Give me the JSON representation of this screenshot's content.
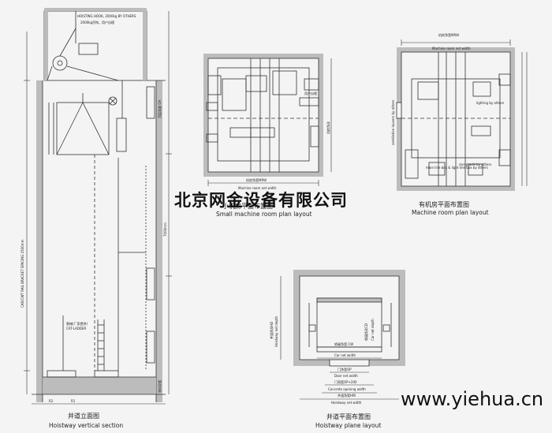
{
  "watermark": "北京网金设备有限公司",
  "site_url": "www.yiehua.cn",
  "drawings": {
    "vertical_section": {
      "title_cn": "井道立面图",
      "title_en": "Hoistway vertical section",
      "notes": {
        "hook": "HOISTING HOOK, 2000kg BY OTHERS",
        "hook_cn": "2000kg吊钩，用户自理",
        "rail_spacing": "CAR/CWT RAIL BRACKET SPACING 2500mm",
        "ladder": "CAT-LADDER",
        "ladder_cn": "爬梯(厂家提供)",
        "pit": "底坑深度",
        "oh": "顶层高度 OH",
        "height": "7000mm",
        "r1": "R1",
        "r2": "R2"
      }
    },
    "small_mr": {
      "title_cn": "小机房平面布置图",
      "title_en": "Small machine room plan layout",
      "width_cn": "机房净宽MRW",
      "width_en": "Machine room net width",
      "depth": "机房净深",
      "note": "用户自理"
    },
    "mr": {
      "title_cn": "有机房平面布置图",
      "title_en": "Machine  room plan layout",
      "width_cn": "机房净宽MRW",
      "width_en": "Machine room net width",
      "ventilation": "ventilation louvers by others",
      "receptacle": "receptacle by others",
      "main_box": "main line box & light line box by others",
      "lighting": "lighting by others"
    },
    "hoistway_plan": {
      "title_cn": "井道平面布置图",
      "title_en": "Hoistway plane layout",
      "hoistway_depth": "Hoistway net depth",
      "hoistway_depth_cn": "井道净深HD",
      "car_depth": "Car net depth",
      "car_depth_cn": "轿厢净深CD",
      "car_width_cn": "轿厢净宽 CW",
      "car_width": "Car net width",
      "door_cn": "门净宽OP",
      "door": "Door net width",
      "opening_cn": "门洞宽OP+200",
      "opening": "Concrete opening width",
      "hoistway_width_cn": "井道净宽HW",
      "hoistway_width": "Hoistway net width"
    }
  }
}
